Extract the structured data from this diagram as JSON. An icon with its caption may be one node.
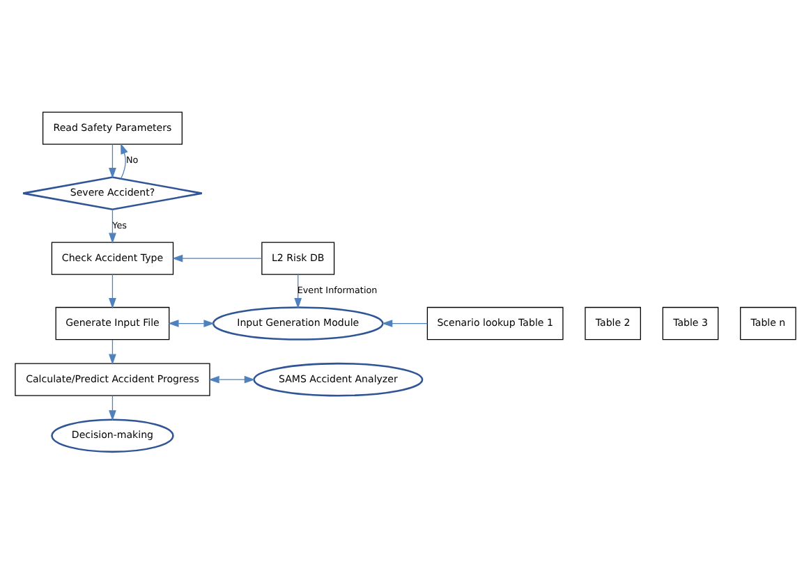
{
  "diagram": {
    "nodes": [
      {
        "text": [
          "Read Safety Parameters"
        ]
      },
      {
        "text": [
          "Severe Accident?"
        ]
      },
      {
        "text": [
          "Check Accident Type"
        ]
      },
      {
        "text": [
          "L2 Risk DB"
        ]
      },
      {
        "text": [
          "Generate Input File"
        ]
      },
      {
        "text": [
          "Input Generation Module"
        ]
      },
      {
        "text": [
          "Scenario lookup Table 1"
        ]
      },
      {
        "text": [
          "Table 2"
        ]
      },
      {
        "text": [
          "Table 3"
        ]
      },
      {
        "text": [
          "Table n"
        ]
      },
      {
        "text": [
          "Calculate/Predict Accident Progress"
        ]
      },
      {
        "text": [
          "SAMS Accident Analyzer"
        ]
      },
      {
        "text": [
          "Decision-making"
        ]
      }
    ],
    "edges": [
      {
        "from": 0,
        "to": 1,
        "arrow": "to"
      },
      {
        "from": 1,
        "to": 0,
        "arrow": "to",
        "label": "No"
      },
      {
        "from": 1,
        "to": 2,
        "arrow": "to",
        "label": "Yes"
      },
      {
        "from": 3,
        "to": 2,
        "arrow": "to"
      },
      {
        "from": 2,
        "to": 4,
        "arrow": "to"
      },
      {
        "from": 3,
        "to": 5,
        "arrow": "to",
        "label": "Event Information"
      },
      {
        "from": 4,
        "to": 5,
        "arrow": "both"
      },
      {
        "from": 6,
        "to": 5,
        "arrow": "to"
      },
      {
        "from": 4,
        "to": 10,
        "arrow": "to"
      },
      {
        "from": 10,
        "to": 11,
        "arrow": "both"
      },
      {
        "from": 10,
        "to": 12,
        "arrow": "to"
      }
    ]
  }
}
